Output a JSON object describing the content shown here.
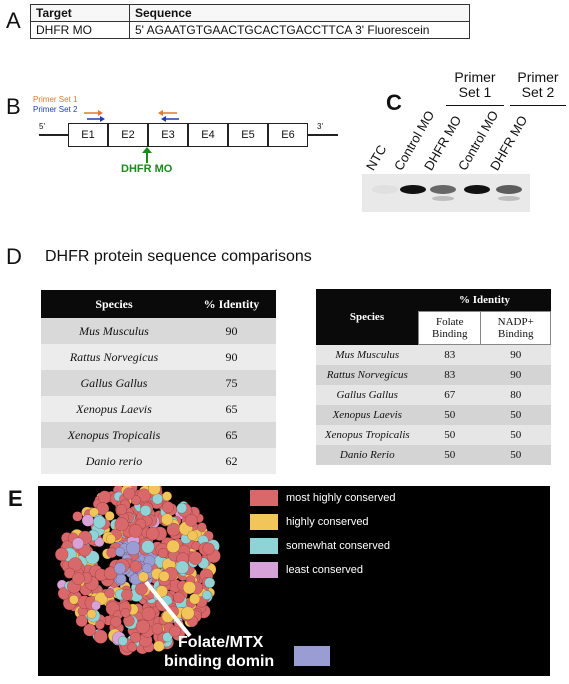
{
  "panels": {
    "a": "A",
    "b": "B",
    "c": "C",
    "d": "D",
    "e": "E"
  },
  "panel_a": {
    "header": {
      "target": "Target",
      "sequence": "Sequence"
    },
    "row": {
      "target": "DHFR MO",
      "sequence": "5' AGAATGTGAACTGCACTGACCTTCA 3' Fluorescein"
    }
  },
  "panel_b": {
    "primer_set_1": "Primer Set 1",
    "primer_set_2": "Primer Set 2",
    "primer_set_1_color": "#e07a2a",
    "primer_set_2_color": "#1c3ea8",
    "end_5": "5'",
    "end_3": "3'",
    "exons": [
      "E1",
      "E2",
      "E3",
      "E4",
      "E5",
      "E6"
    ],
    "mo_label": "DHFR MO",
    "mo_color": "#1a8a1a"
  },
  "panel_c": {
    "group_1": "Primer Set 1",
    "group_2": "Primer Set 2",
    "lanes": [
      "NTC",
      "Control MO",
      "DHFR MO",
      "Control MO",
      "DHFR MO"
    ],
    "band_intensity": [
      0.0,
      1.0,
      0.6,
      1.0,
      0.65
    ]
  },
  "panel_d": {
    "title": "DHFR protein sequence comparisons",
    "table1": {
      "headers": [
        "Species",
        "% Identity"
      ],
      "rows": [
        [
          "Mus Musculus",
          "90"
        ],
        [
          "Rattus Norvegicus",
          "90"
        ],
        [
          "Gallus Gallus",
          "75"
        ],
        [
          "Xenopus Laevis",
          "65"
        ],
        [
          "Xenopus Tropicalis",
          "65"
        ],
        [
          "Danio rerio",
          "62"
        ]
      ]
    },
    "table2": {
      "species_header": "Species",
      "identity_header": "% Identity",
      "sub_headers": [
        "Folate Binding",
        "NADP+ Binding"
      ],
      "rows": [
        [
          "Mus Musculus",
          "83",
          "90"
        ],
        [
          "Rattus Norvegicus",
          "83",
          "90"
        ],
        [
          "Gallus Gallus",
          "67",
          "80"
        ],
        [
          "Xenopus Laevis",
          "50",
          "50"
        ],
        [
          "Xenopus Tropicalis",
          "50",
          "50"
        ],
        [
          "Danio Rerio",
          "50",
          "50"
        ]
      ]
    }
  },
  "panel_e": {
    "legend": [
      {
        "label": "most highly conserved",
        "color": "#d9686b"
      },
      {
        "label": "highly conserved",
        "color": "#f2c55a"
      },
      {
        "label": "somewhat conserved",
        "color": "#8fd3d6"
      },
      {
        "label": "least conserved",
        "color": "#d7a2d8"
      }
    ],
    "domain_label_1": "Folate/MTX",
    "domain_label_2": "binding domin",
    "domain_color": "#9a9cd4"
  }
}
